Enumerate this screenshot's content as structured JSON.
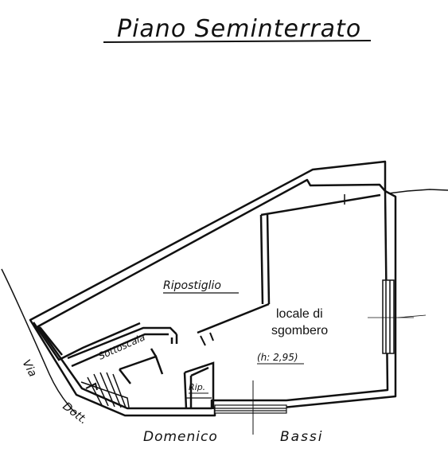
{
  "title": "Piano Seminterrato",
  "rooms": {
    "ripostiglio": "Ripostiglio",
    "sottoscala": "Sottoscala",
    "rip": "Rip.",
    "locale_line1": "locale di",
    "locale_line2": "sgombero",
    "height": "(h: 2,95)"
  },
  "street": {
    "via": "Via",
    "dott": "Dott.",
    "domenico": "Domenico",
    "bassi": "Bassi"
  },
  "colors": {
    "ink": "#111111",
    "paper": "#ffffff"
  }
}
